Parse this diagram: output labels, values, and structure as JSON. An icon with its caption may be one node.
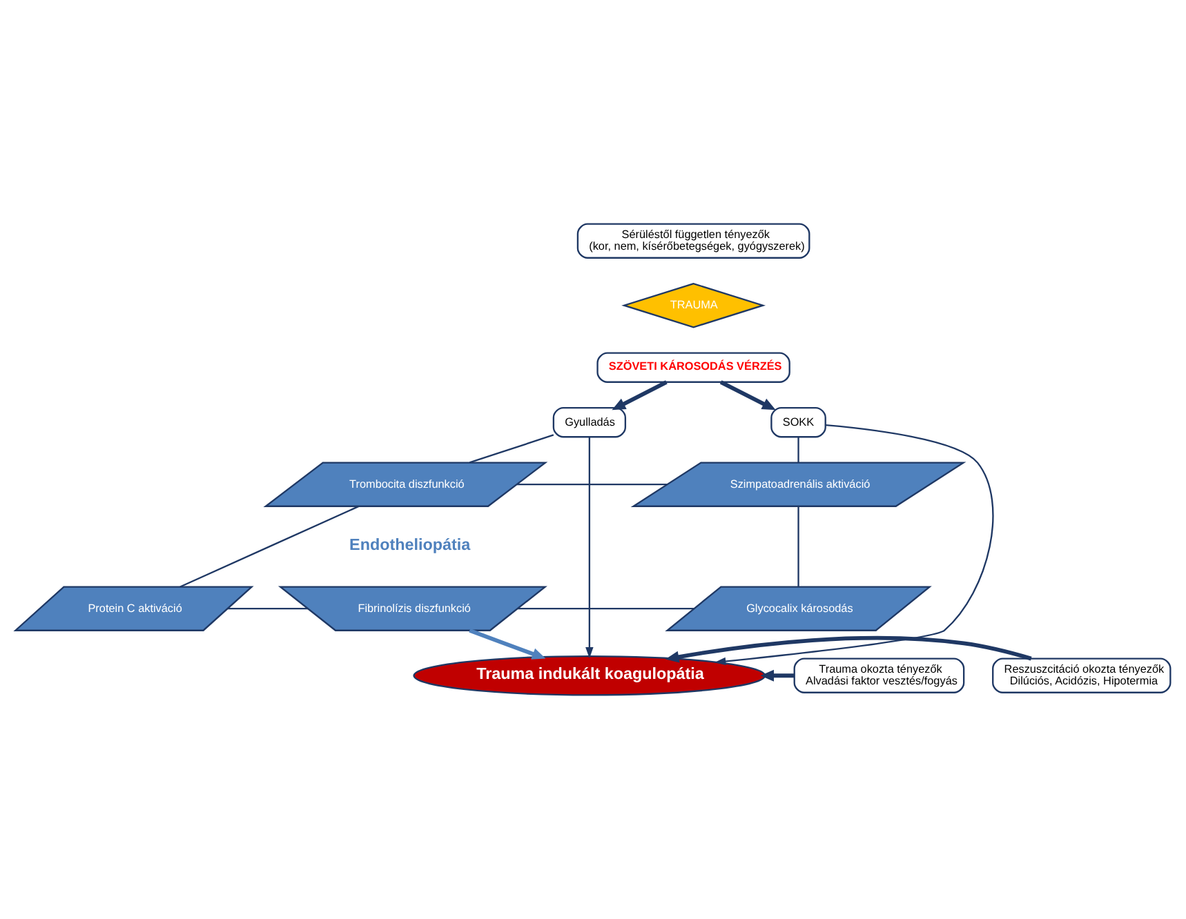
{
  "diagram": {
    "nodes": [
      {
        "text": [
          "Sérüléstől független tényezők",
          "(kor, nem, kísérőbetegségek, gyógyszerek)"
        ]
      },
      {
        "text": [
          "TRAUMA"
        ]
      },
      {
        "text": [
          "SZÖVETI KÁROSODÁS VÉRZÉS"
        ]
      },
      {
        "text": [
          "Gyulladás"
        ]
      },
      {
        "text": [
          "SOKK"
        ]
      },
      {
        "text": [
          "Trombocita diszfunkció"
        ]
      },
      {
        "text": [
          "Szimpatoadrenális aktiváció"
        ]
      },
      {
        "text": [
          "Protein C aktiváció"
        ]
      },
      {
        "text": [
          "Fibrinolízis diszfunkció"
        ]
      },
      {
        "text": [
          "Glycocalix károsodás"
        ]
      },
      {
        "text": [
          "Trauma okozta tényezők",
          "Alvadási faktor vesztés/fogyás"
        ]
      },
      {
        "text": [
          "Reszuszcitáció okozta tényezők",
          "Dilúciós, Acidózis, Hipotermia"
        ]
      },
      {
        "text": [
          "Trauma indukált koagulopátia"
        ]
      }
    ],
    "edges": [
      {
        "from": 2,
        "to": 3,
        "arrow": "to",
        "style": "thick"
      },
      {
        "from": 2,
        "to": 4,
        "arrow": "to",
        "style": "thick"
      },
      {
        "from": 3,
        "to": 5,
        "arrow": "none"
      },
      {
        "from": 4,
        "to": 6,
        "arrow": "none"
      },
      {
        "from": 5,
        "to": 6,
        "arrow": "none"
      },
      {
        "from": 5,
        "to": 7,
        "arrow": "none"
      },
      {
        "from": 6,
        "to": 9,
        "arrow": "none"
      },
      {
        "from": 7,
        "to": 8,
        "arrow": "none"
      },
      {
        "from": 8,
        "to": 9,
        "arrow": "none"
      },
      {
        "from": 3,
        "to": 12,
        "arrow": "to"
      },
      {
        "from": 4,
        "to": 12,
        "arrow": "to"
      },
      {
        "from": 8,
        "to": 12,
        "arrow": "to",
        "style": "thick",
        "color": "#4f81bd"
      },
      {
        "from": 10,
        "to": 12,
        "arrow": "to",
        "style": "thick"
      },
      {
        "from": 11,
        "to": 12,
        "arrow": "to",
        "style": "thick"
      }
    ],
    "labels": [
      "Endotheliopátia"
    ]
  }
}
